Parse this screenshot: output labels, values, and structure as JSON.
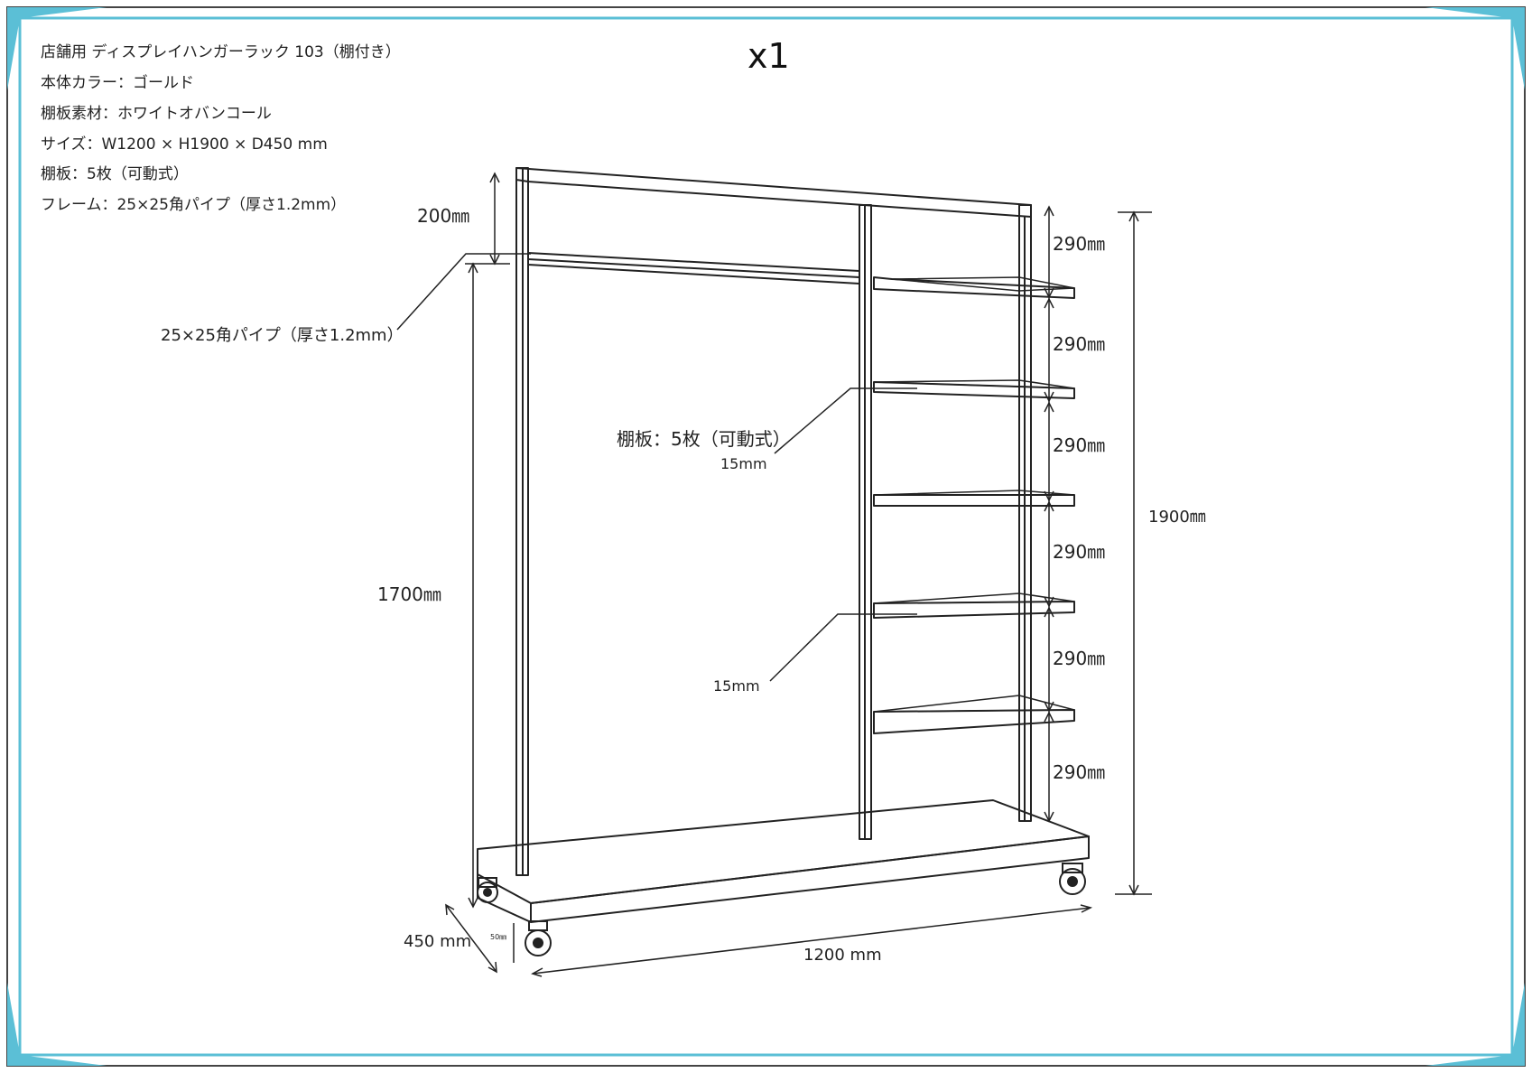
{
  "product": {
    "title": "店舗用 ディスプレイハンガーラック 103（棚付き）",
    "color_line": "本体カラー：ゴールド",
    "shelf_material_line": "棚板素材：ホワイトオバンコール",
    "size_line": "サイズ：W1200 × H1900 × D450 mm",
    "shelf_count_line": "棚板：5枚（可動式）",
    "frame_line": "フレーム：25×25角パイプ（厚さ1.2mm）"
  },
  "quantity": "x1",
  "dimensions": {
    "top_gap": "200㎜",
    "hanger_height": "1700㎜",
    "total_height": "1900㎜",
    "width": "1200 mm",
    "depth": "450 mm",
    "base_thickness": "50㎜",
    "shelf_spacings": [
      "290㎜",
      "290㎜",
      "290㎜",
      "290㎜",
      "290㎜",
      "290㎜"
    ]
  },
  "callouts": {
    "pipe": "25×25角パイプ（厚さ1.2mm）",
    "shelves": "棚板：5枚（可動式）",
    "shelf_thickness_upper": "15mm",
    "shelf_thickness_lower": "15mm"
  },
  "colors": {
    "frame_accent": "#5bbfd6",
    "line": "#222222"
  }
}
